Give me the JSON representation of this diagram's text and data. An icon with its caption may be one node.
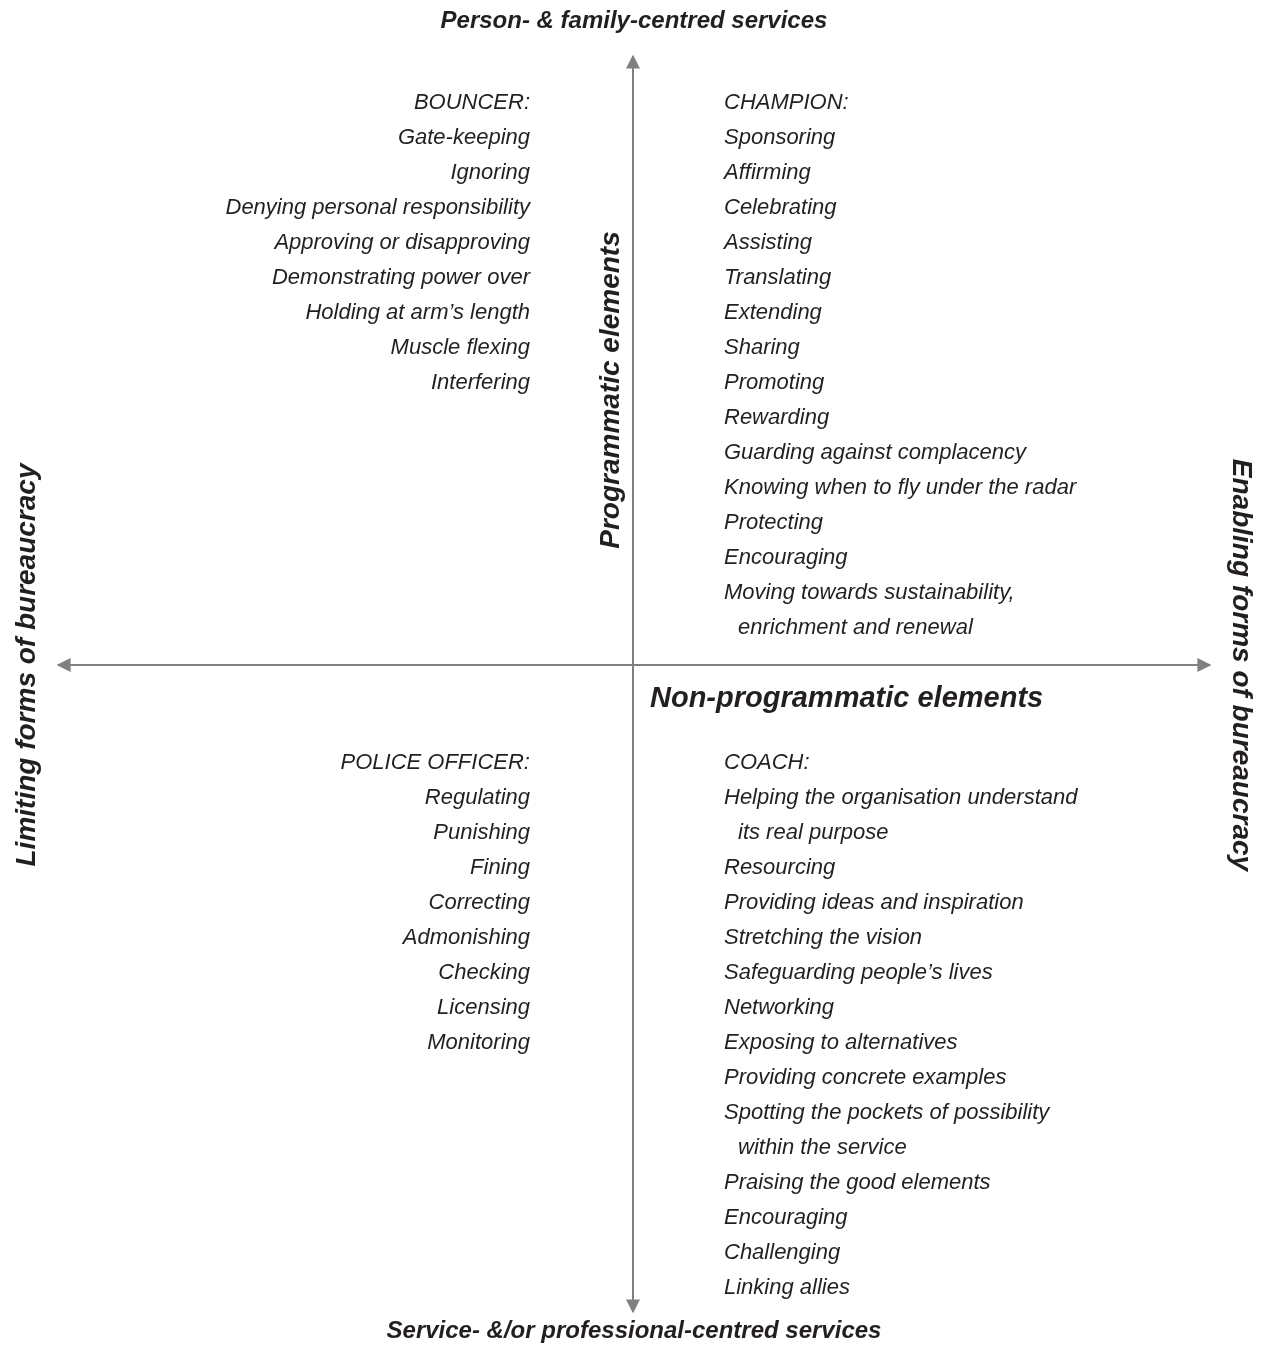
{
  "diagram": {
    "labels": [
      "Person- & family-centred services",
      "BOUNCER:",
      "Gate-keeping",
      "Ignoring",
      "Denying personal responsibility",
      "Approving or disapproving",
      "Demonstrating power over",
      "Holding at arm’s length",
      "Muscle flexing",
      "Interfering",
      "CHAMPION:",
      "Sponsoring",
      "Affirming",
      "Celebrating",
      "Assisting",
      "Translating",
      "Extending",
      "Sharing",
      "Promoting",
      "Rewarding",
      "Guarding against complacency",
      "Knowing when to fly under the radar",
      "Protecting",
      "Encouraging",
      "Moving towards sustainability, enrichment and renewal",
      "Programmatic elements",
      "Limiting forms of bureaucracy",
      "Enabling forms of bureaucracy",
      "Non-programmatic elements",
      "POLICE OFFICER:",
      "Regulating",
      "Punishing",
      "Fining",
      "Correcting",
      "Admonishing",
      "Checking",
      "Licensing",
      "Monitoring",
      "COACH:",
      "Helping the organisation understand its real purpose",
      "Resourcing",
      "Providing ideas and inspiration",
      "Stretching the vision",
      "Safeguarding people’s lives",
      "Networking",
      "Exposing to alternatives",
      "Providing concrete examples",
      "Spotting the pockets of possibility within the service",
      "Praising the good elements",
      "Encouraging",
      "Challenging",
      "Linking allies",
      "Service- &/or professional-centred services"
    ]
  }
}
